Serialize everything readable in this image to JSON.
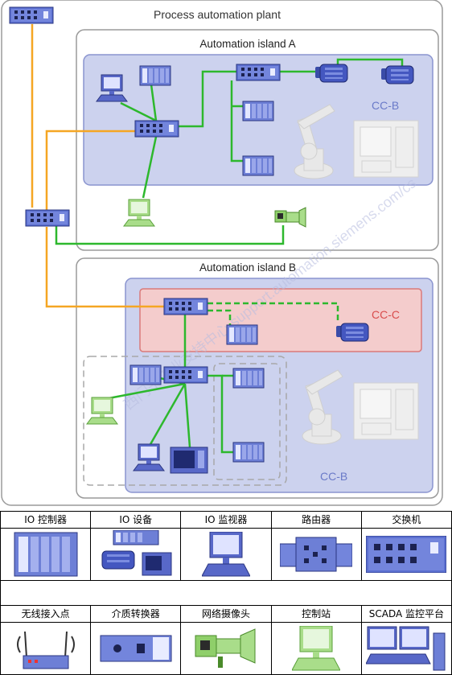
{
  "diagram": {
    "title": "Process automation plant",
    "island_a": {
      "title": "Automation island A",
      "ccb_label": "CC-B"
    },
    "island_b": {
      "title": "Automation island B",
      "ccc_label": "CC-C",
      "ccb_label": "CC-B"
    },
    "watermark": "西门子工业支持中心 support.automation.siemens.com/cs",
    "colors": {
      "industrial_ethernet": "#2db82d",
      "fiber": "#f5a623",
      "island_fill": "#ccd2ee",
      "ccc_fill": "#f4cccc",
      "device_blue": "#4a5ec0"
    }
  },
  "legend": {
    "row1": [
      {
        "label": "IO 控制器",
        "icon": "io-controller-icon"
      },
      {
        "label": "IO 设备",
        "icon": "io-device-icon"
      },
      {
        "label": "IO 监视器",
        "icon": "io-supervisor-icon"
      },
      {
        "label": "路由器",
        "icon": "router-icon"
      },
      {
        "label": "交换机",
        "icon": "switch-icon"
      }
    ],
    "row2": [
      {
        "label": "无线接入点",
        "icon": "wireless-access-point-icon"
      },
      {
        "label": "介质转换器",
        "icon": "media-converter-icon"
      },
      {
        "label": "网络摄像头",
        "icon": "network-camera-icon"
      },
      {
        "label": "控制站",
        "icon": "control-station-icon"
      },
      {
        "label": "SCADA 监控平台",
        "icon": "scada-platform-icon"
      }
    ]
  }
}
